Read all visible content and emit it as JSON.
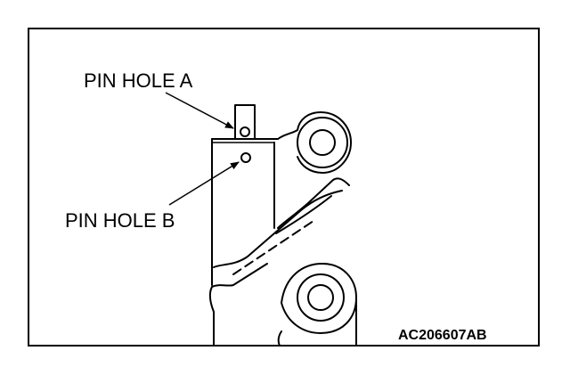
{
  "labels": {
    "pin_hole_a": "PIN HOLE A",
    "pin_hole_b": "PIN HOLE B"
  },
  "figure_id": "AC206607AB",
  "colors": {
    "line": "#000000",
    "background": "#ffffff"
  }
}
